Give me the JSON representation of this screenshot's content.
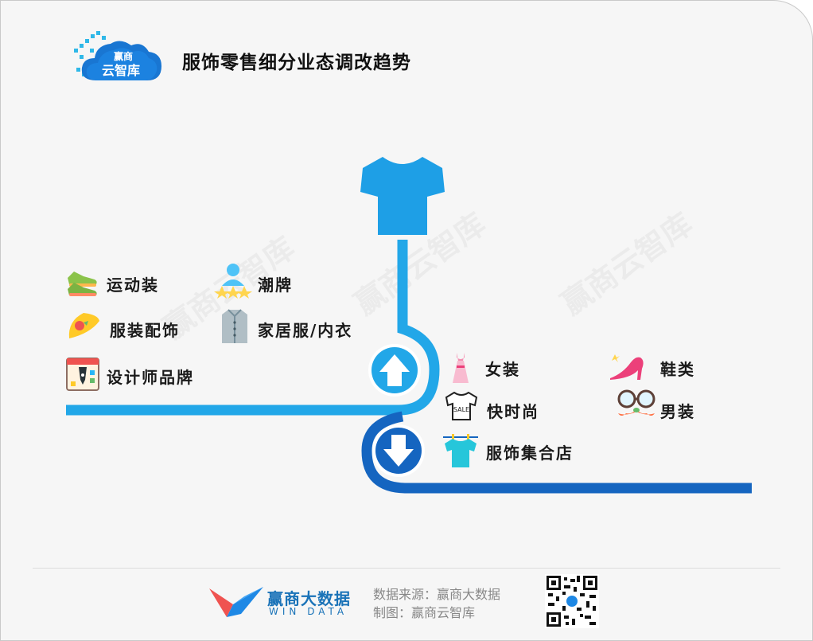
{
  "header": {
    "title": "服饰零售细分业态调改趋势",
    "logo_line1": "赢商",
    "logo_line2": "云智库"
  },
  "diagram": {
    "up_group": [
      "运动装",
      "潮牌",
      "服装配饰",
      "家居服/内衣",
      "设计师品牌"
    ],
    "down_group": [
      "女装",
      "鞋类",
      "快时尚",
      "男装",
      "服饰集合店"
    ],
    "colors": {
      "light_blue": "#22a7e8",
      "dark_blue": "#1565c0",
      "shirt": "#1e9fe6"
    }
  },
  "watermarks": [
    "赢商云智库",
    "赢商云智库",
    "赢商云智库"
  ],
  "footer": {
    "brand_cn": "赢商大数据",
    "brand_en": "WIN DATA",
    "source": "数据来源：赢商大数据",
    "made_by": "制图：赢商云智库"
  }
}
